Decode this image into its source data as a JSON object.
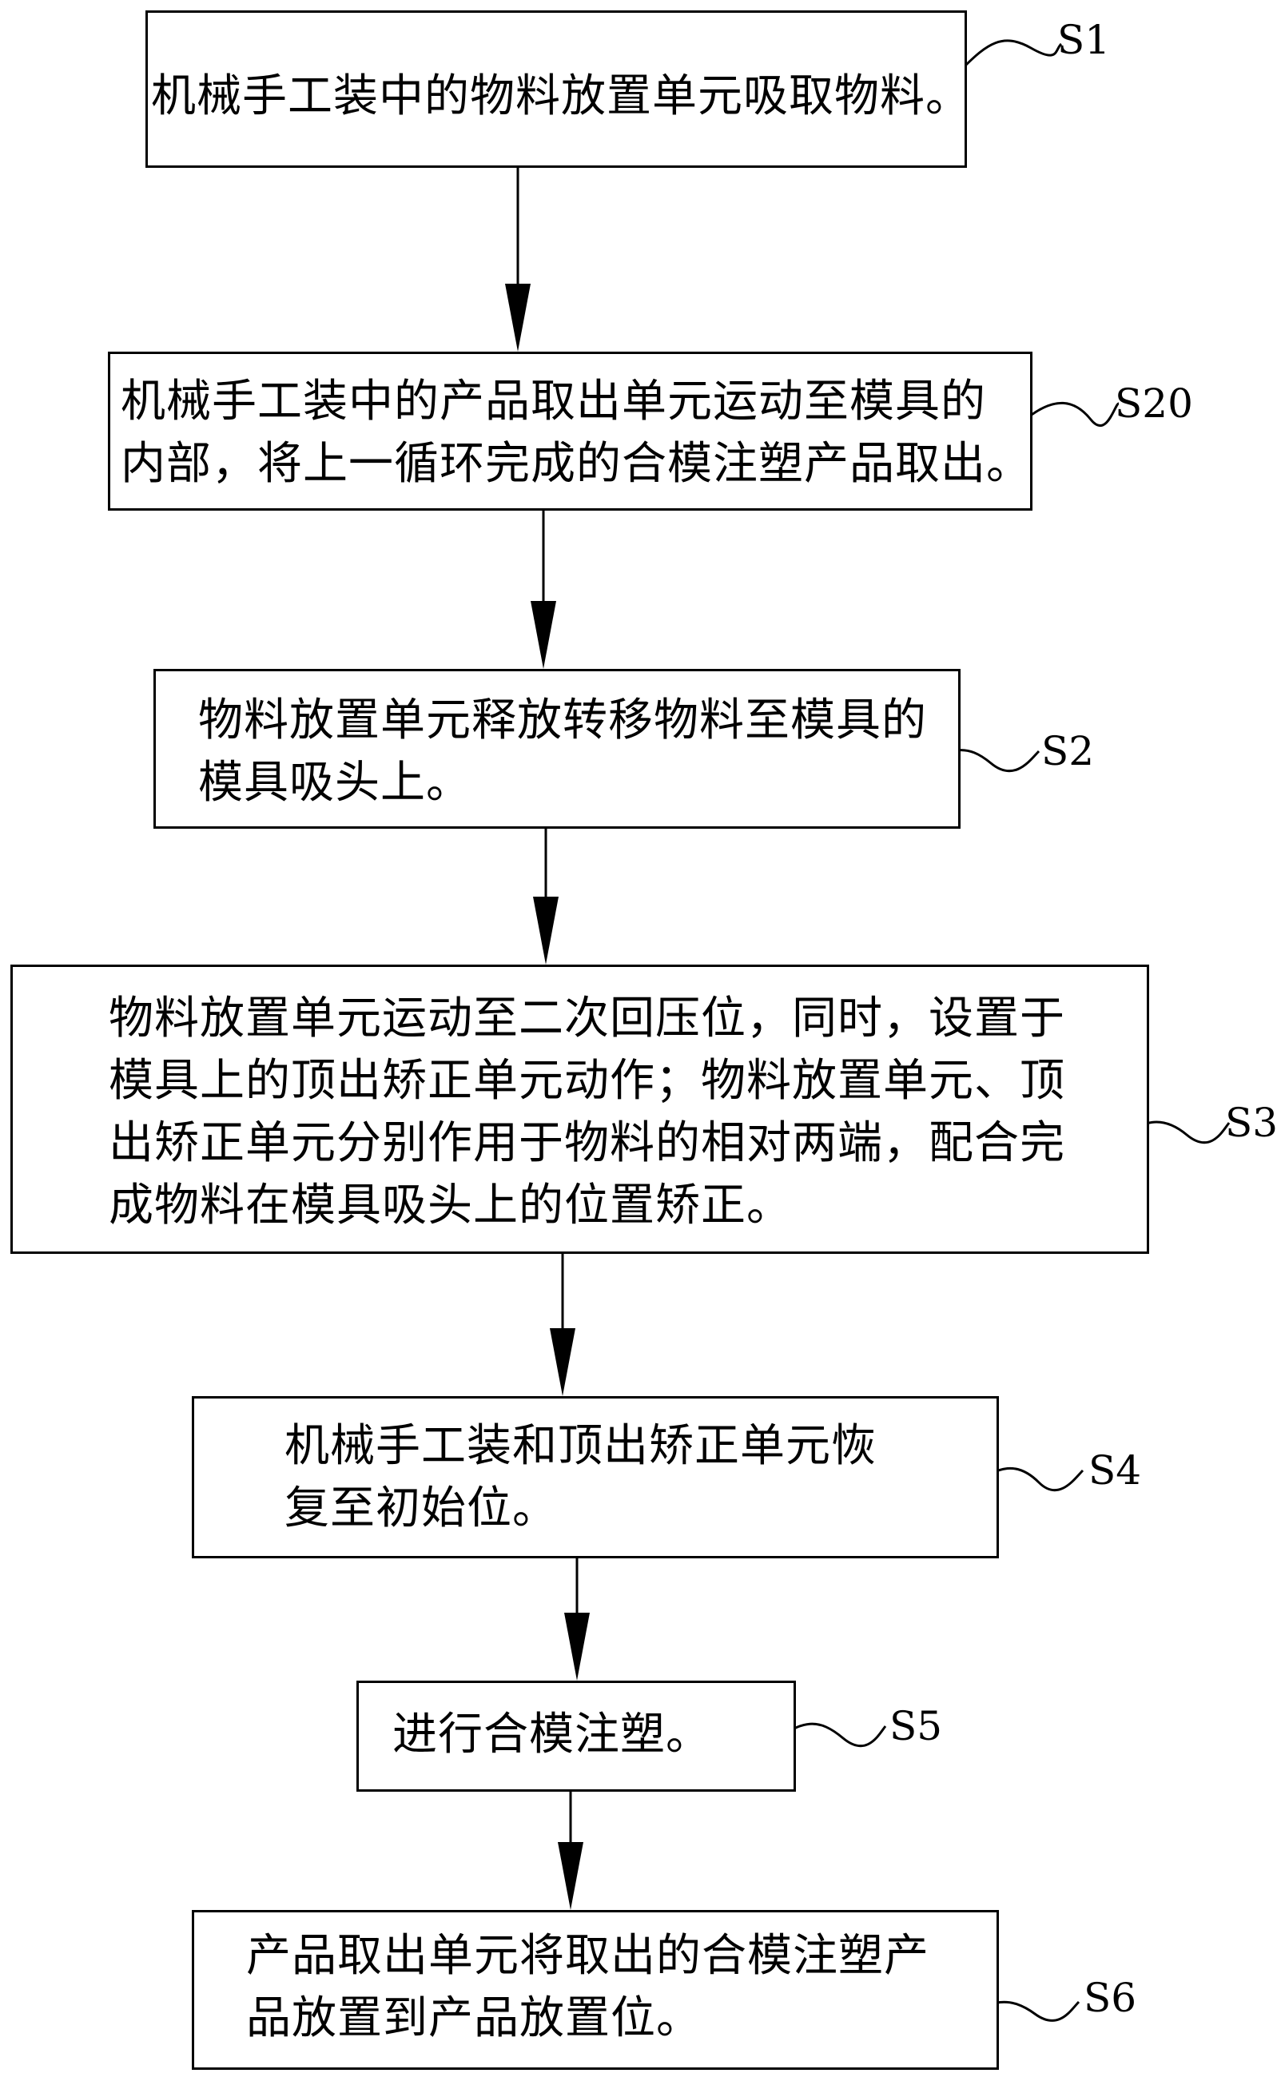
{
  "steps": [
    {
      "id": "S1",
      "lines": [
        "机械手工装中的物料放置单元吸取物料。"
      ]
    },
    {
      "id": "S20",
      "lines": [
        "机械手工装中的产品取出单元运动至模具的",
        "内部，将上一循环完成的合模注塑产品取出。"
      ]
    },
    {
      "id": "S2",
      "lines": [
        "物料放置单元释放转移物料至模具的",
        "模具吸头上。"
      ]
    },
    {
      "id": "S3",
      "lines": [
        "物料放置单元运动至二次回压位，同时，设置于",
        "模具上的顶出矫正单元动作；物料放置单元、顶",
        "出矫正单元分别作用于物料的相对两端，配合完",
        "成物料在模具吸头上的位置矫正。"
      ]
    },
    {
      "id": "S4",
      "lines": [
        "机械手工装和顶出矫正单元恢",
        "复至初始位。"
      ]
    },
    {
      "id": "S5",
      "lines": [
        "进行合模注塑。"
      ]
    },
    {
      "id": "S6",
      "lines": [
        "产品取出单元将取出的合模注塑产",
        "品放置到产品放置位。"
      ]
    }
  ]
}
